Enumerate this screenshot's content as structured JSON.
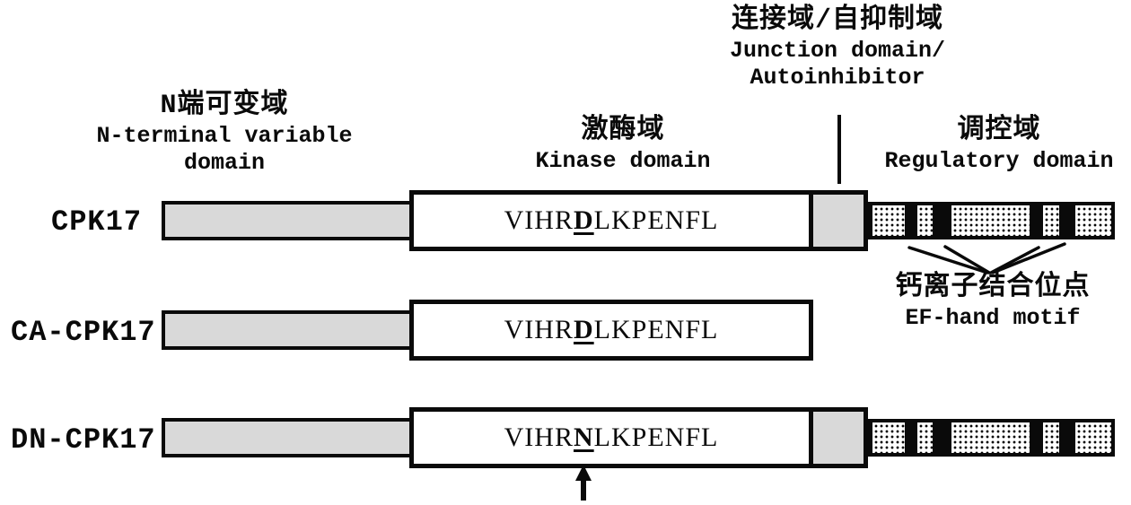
{
  "figure_labels": {
    "n_terminal": {
      "zh": "N端可变域",
      "en_line1": "N-terminal variable",
      "en_line2": "domain"
    },
    "kinase": {
      "zh": "激酶域",
      "en": "Kinase domain"
    },
    "junction": {
      "zh": "连接域/自抑制域",
      "en_line1": "Junction domain/",
      "en_line2": "Autoinhibitor"
    },
    "regulatory": {
      "zh": "调控域",
      "en": "Regulatory domain"
    },
    "ef_hand": {
      "zh": "钙离子结合位点",
      "en": "EF-hand motif"
    }
  },
  "rows": [
    {
      "name": "CPK17",
      "seq_pre": "VIHR",
      "seq_mut": "D",
      "seq_post": "LKPENFL",
      "has_junction_domain": true,
      "has_regulatory_domain": true,
      "has_mutation_arrow": false
    },
    {
      "name": "CA-CPK17",
      "seq_pre": "VIHR",
      "seq_mut": "D",
      "seq_post": "LKPENFL",
      "has_junction_domain": false,
      "has_regulatory_domain": false,
      "has_mutation_arrow": false
    },
    {
      "name": "DN-CPK17",
      "seq_pre": "VIHR",
      "seq_mut": "N",
      "seq_post": "LKPENFL",
      "has_junction_domain": true,
      "has_regulatory_domain": true,
      "has_mutation_arrow": true
    }
  ],
  "ef_hand_segment_count": 5,
  "colors": {
    "domain_gray": "#d9d9d9",
    "outline_black": "#0a0a0a",
    "kinase_fill": "#ffffff",
    "regulatory_bar_black": "#0a0a0a",
    "background": "#ffffff"
  }
}
